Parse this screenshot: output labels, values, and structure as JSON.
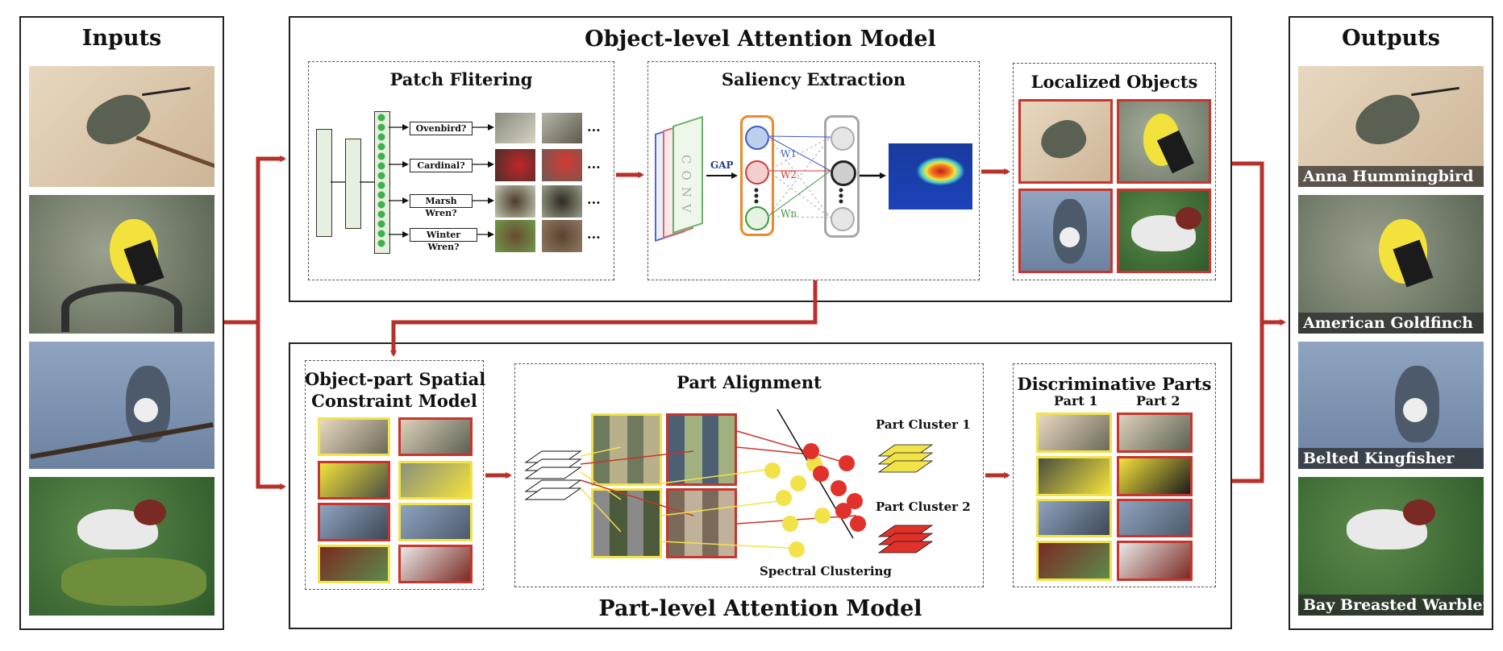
{
  "inputs": {
    "title": "Inputs",
    "images": [
      "hummingbird",
      "goldfinch",
      "kingfisher",
      "warbler"
    ]
  },
  "outputs": {
    "title": "Outputs",
    "labels": [
      "Anna Hummingbird",
      "American Goldfinch",
      "Belted Kingfisher",
      "Bay Breasted Warbler"
    ]
  },
  "object_model": {
    "title": "Object-level Attention Model",
    "patch_filtering": {
      "title": "Patch Flitering",
      "questions": [
        "Ovenbird?",
        "Cardinal?",
        "Marsh Wren?",
        "Winter Wren?"
      ],
      "ellipsis": "..."
    },
    "saliency": {
      "title": "Saliency Extraction",
      "conv_label": "CONV",
      "gap_label": "GAP",
      "weights": [
        "W1",
        "W2",
        "Wn"
      ]
    },
    "localized": {
      "title": "Localized Objects"
    }
  },
  "part_model": {
    "title": "Part-level Attention Model",
    "spatial": {
      "title_line1": "Object-part Spatial",
      "title_line2": "Constraint Model"
    },
    "alignment": {
      "title": "Part Alignment",
      "cluster1": "Part Cluster 1",
      "cluster2": "Part Cluster 2",
      "spectral": "Spectral Clustering",
      "dots": "......"
    },
    "discriminative": {
      "title": "Discriminative Parts",
      "part1": "Part 1",
      "part2": "Part 2"
    }
  },
  "colors": {
    "arrow": "#b8302a",
    "yellow_frame": "#f2e34a",
    "red_frame": "#c8352c",
    "gap_blue": "#1f3a8a",
    "w1_blue": "#3b5bbf",
    "w2_red": "#d0393a",
    "wn_green": "#3a9a3a"
  }
}
